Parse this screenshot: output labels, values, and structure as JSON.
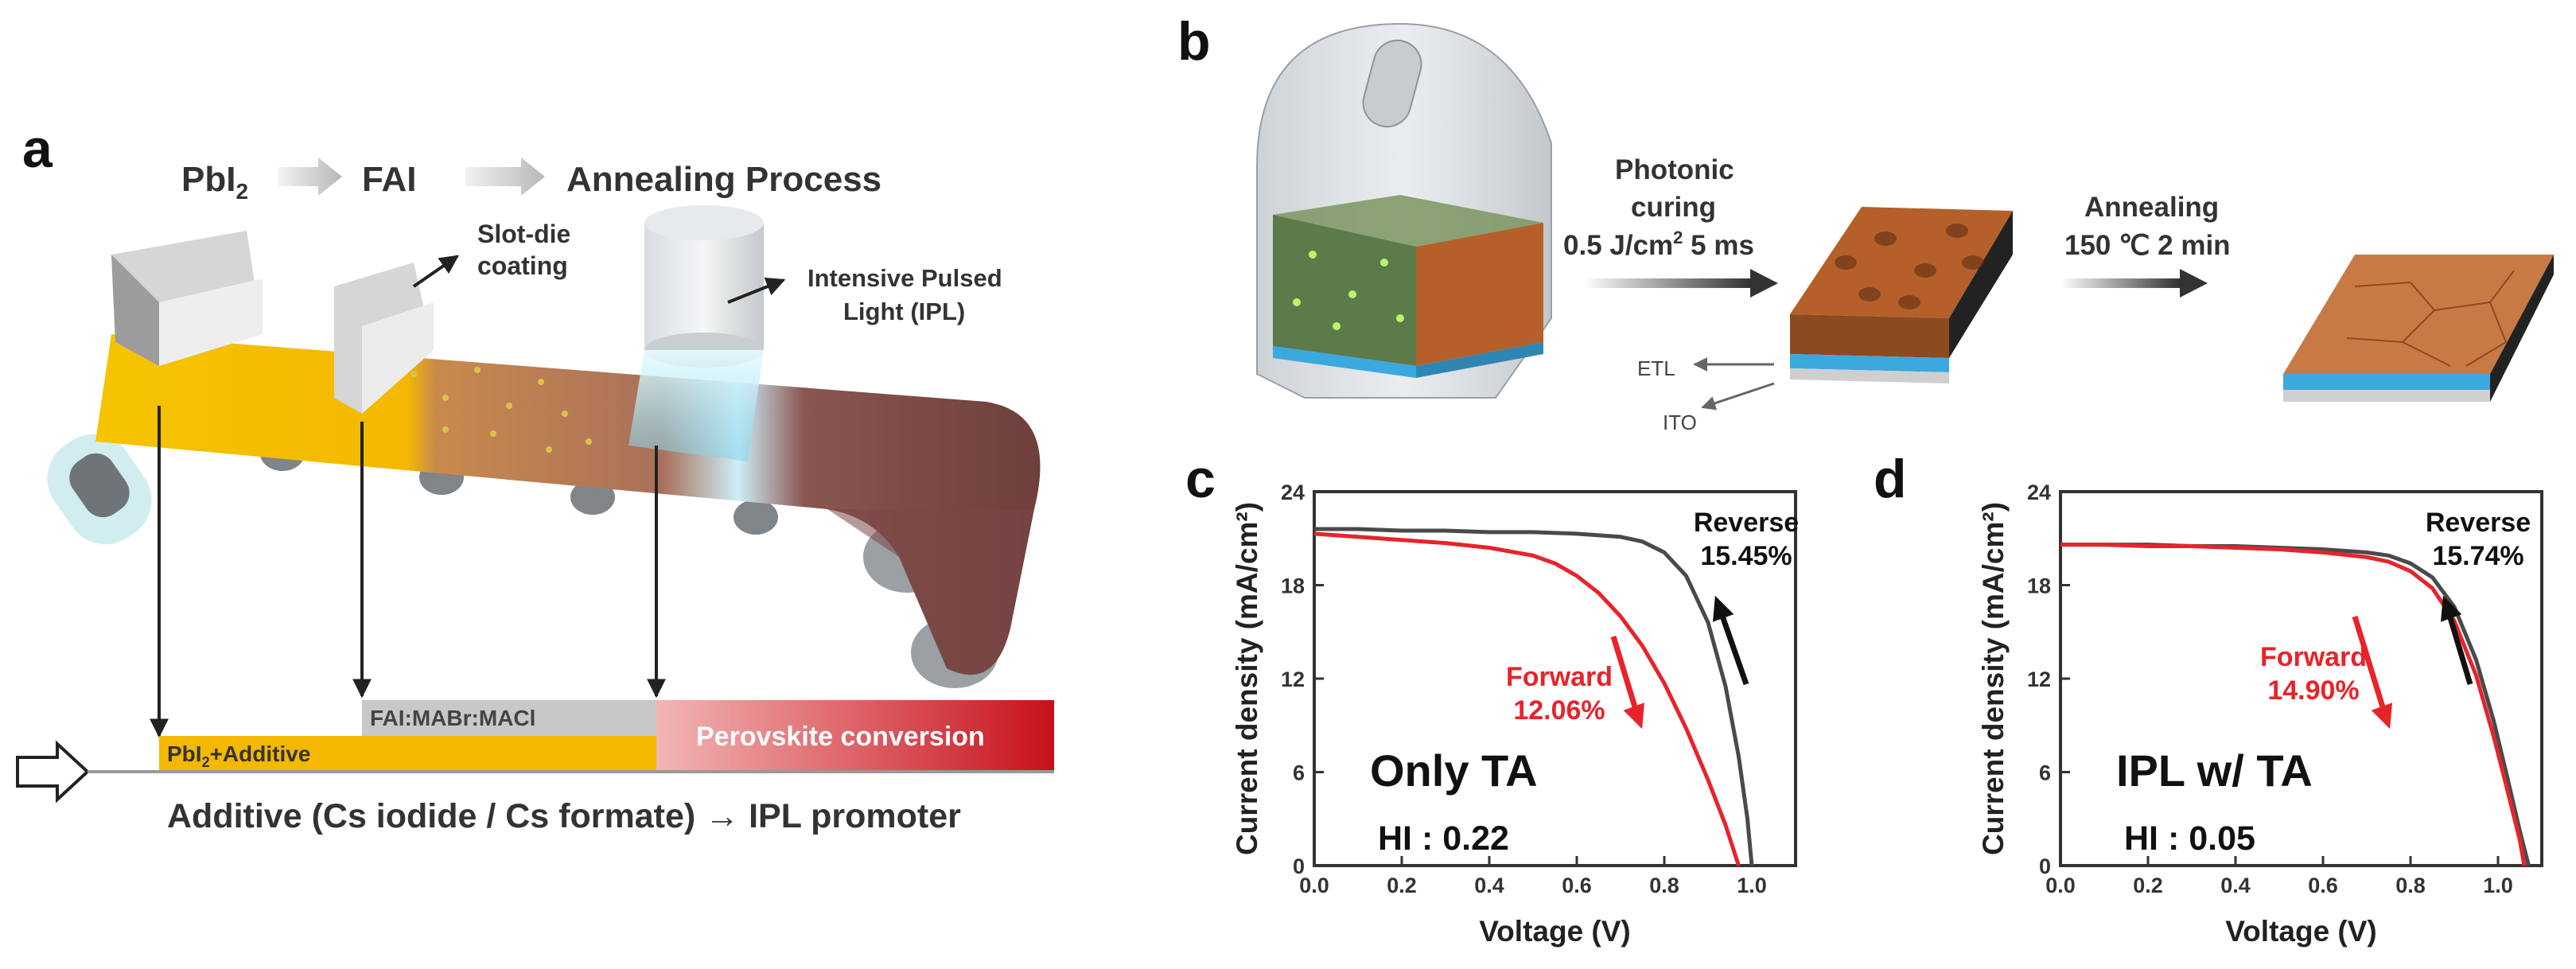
{
  "panel_a": {
    "letter": "a",
    "steps": {
      "pbi2": "PbI",
      "pbi2_sub": "2",
      "fai": "FAI",
      "annealing": "Annealing Process"
    },
    "slotdie": {
      "line1": "Slot-die",
      "line2": "coating"
    },
    "ipl": {
      "line1": "Intensive Pulsed",
      "line2": "Light (IPL)"
    },
    "bar_pbi2": {
      "text": "PbI",
      "sub": "2",
      "rest": "+Additive"
    },
    "bar_fai": "FAI:MABr:MACl",
    "bar_conv": "Perovskite conversion",
    "additive_line": "Additive (Cs iodide / Cs formate) → IPL promoter",
    "colors": {
      "pbi2_bar": "#f5b800",
      "fai_bar": "#c8c8c8",
      "conv_start": "#f2b6b6",
      "conv_end": "#c8101a"
    }
  },
  "panel_b": {
    "letter": "b",
    "photonic": {
      "line1": "Photonic",
      "line2": "curing",
      "line3": "0.5 J/cm",
      "line3_sup": "2",
      "line3_rest": " 5 ms"
    },
    "annealing": {
      "line1": "Annealing",
      "line2": "150 ℃  2 min"
    },
    "etl": "ETL",
    "ito": "ITO",
    "colors": {
      "film": "#b5602a",
      "etl": "#3ba9de",
      "ito": "#cfcfcf",
      "green": "#5c7a4a"
    }
  },
  "chart_data": [
    {
      "type": "line",
      "panel": "c",
      "xlabel": "Voltage (V)",
      "ylabel": "Current density (mA/cm²)",
      "xlim": [
        0.0,
        1.1
      ],
      "ylim": [
        0,
        24
      ],
      "xticks": [
        "0.0",
        "0.2",
        "0.4",
        "0.6",
        "0.8",
        "1.0"
      ],
      "yticks": [
        "0",
        "6",
        "12",
        "18",
        "24"
      ],
      "annotations": {
        "main": "Only TA",
        "hi": "HI : 0.22",
        "reverse_label": "Reverse",
        "reverse_value": "15.45%",
        "forward_label": "Forward",
        "forward_value": "12.06%"
      },
      "series": [
        {
          "name": "Reverse",
          "color": "#4a4a4a",
          "x": [
            0.0,
            0.1,
            0.2,
            0.3,
            0.4,
            0.5,
            0.6,
            0.7,
            0.75,
            0.8,
            0.85,
            0.9,
            0.94,
            0.97,
            0.99,
            1.0
          ],
          "y": [
            21.6,
            21.6,
            21.5,
            21.5,
            21.4,
            21.4,
            21.3,
            21.1,
            20.8,
            20.1,
            18.6,
            15.6,
            11.5,
            7.0,
            3.0,
            0.0
          ]
        },
        {
          "name": "Forward",
          "color": "#e8232a",
          "x": [
            0.0,
            0.1,
            0.2,
            0.3,
            0.4,
            0.5,
            0.55,
            0.6,
            0.65,
            0.7,
            0.75,
            0.8,
            0.85,
            0.9,
            0.94,
            0.97
          ],
          "y": [
            21.3,
            21.1,
            20.9,
            20.7,
            20.4,
            19.9,
            19.4,
            18.6,
            17.5,
            16.0,
            14.1,
            11.7,
            8.8,
            5.5,
            2.6,
            0.0
          ]
        }
      ]
    },
    {
      "type": "line",
      "panel": "d",
      "xlabel": "Voltage (V)",
      "ylabel": "Current density (mA/cm²)",
      "xlim": [
        0.0,
        1.1
      ],
      "ylim": [
        0,
        24
      ],
      "xticks": [
        "0.0",
        "0.2",
        "0.4",
        "0.6",
        "0.8",
        "1.0"
      ],
      "yticks": [
        "0",
        "6",
        "12",
        "18",
        "24"
      ],
      "annotations": {
        "main": "IPL w/ TA",
        "hi": "HI : 0.05",
        "reverse_label": "Reverse",
        "reverse_value": "15.74%",
        "forward_label": "Forward",
        "forward_value": "14.90%"
      },
      "series": [
        {
          "name": "Reverse",
          "color": "#4a4a4a",
          "x": [
            0.0,
            0.1,
            0.2,
            0.3,
            0.4,
            0.5,
            0.6,
            0.7,
            0.75,
            0.8,
            0.85,
            0.9,
            0.95,
            0.99,
            1.02,
            1.05,
            1.07
          ],
          "y": [
            20.6,
            20.6,
            20.6,
            20.5,
            20.5,
            20.4,
            20.3,
            20.1,
            19.9,
            19.4,
            18.5,
            16.6,
            13.2,
            9.3,
            5.8,
            2.2,
            0.0
          ]
        },
        {
          "name": "Forward",
          "color": "#e8232a",
          "x": [
            0.0,
            0.1,
            0.2,
            0.3,
            0.4,
            0.5,
            0.6,
            0.7,
            0.75,
            0.8,
            0.85,
            0.9,
            0.95,
            0.99,
            1.02,
            1.05,
            1.06
          ],
          "y": [
            20.6,
            20.6,
            20.5,
            20.5,
            20.4,
            20.3,
            20.1,
            19.8,
            19.5,
            18.9,
            17.8,
            15.7,
            12.2,
            8.3,
            5.0,
            1.6,
            0.0
          ]
        }
      ]
    }
  ]
}
